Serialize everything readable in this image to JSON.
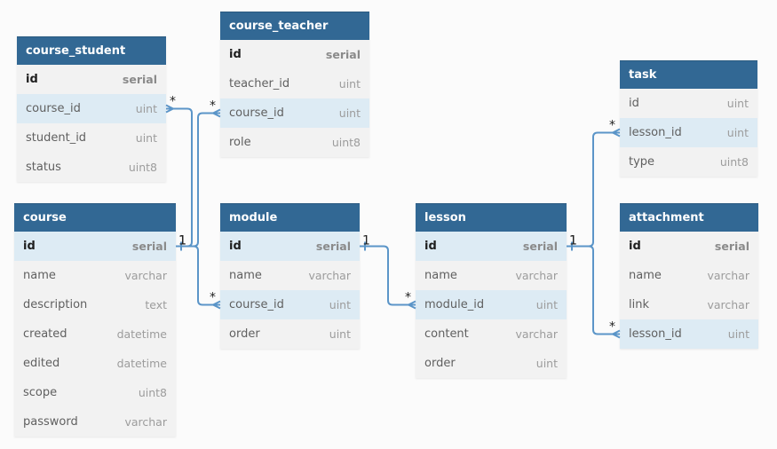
{
  "tables": [
    {
      "key": "course_student",
      "name": "course_student",
      "fields": [
        {
          "name": "id",
          "type": "serial",
          "pk": true
        },
        {
          "name": "course_id",
          "type": "uint",
          "hl": true
        },
        {
          "name": "student_id",
          "type": "uint"
        },
        {
          "name": "status",
          "type": "uint8"
        }
      ]
    },
    {
      "key": "course_teacher",
      "name": "course_teacher",
      "fields": [
        {
          "name": "id",
          "type": "serial",
          "pk": true
        },
        {
          "name": "teacher_id",
          "type": "uint"
        },
        {
          "name": "course_id",
          "type": "uint",
          "hl": true
        },
        {
          "name": "role",
          "type": "uint8"
        }
      ]
    },
    {
      "key": "course",
      "name": "course",
      "fields": [
        {
          "name": "id",
          "type": "serial",
          "pk": true,
          "hl": true
        },
        {
          "name": "name",
          "type": "varchar"
        },
        {
          "name": "description",
          "type": "text"
        },
        {
          "name": "created",
          "type": "datetime"
        },
        {
          "name": "edited",
          "type": "datetime"
        },
        {
          "name": "scope",
          "type": "uint8"
        },
        {
          "name": "password",
          "type": "varchar"
        }
      ]
    },
    {
      "key": "module",
      "name": "module",
      "fields": [
        {
          "name": "id",
          "type": "serial",
          "pk": true,
          "hl": true
        },
        {
          "name": "name",
          "type": "varchar"
        },
        {
          "name": "course_id",
          "type": "uint",
          "hl": true
        },
        {
          "name": "order",
          "type": "uint"
        }
      ]
    },
    {
      "key": "lesson",
      "name": "lesson",
      "fields": [
        {
          "name": "id",
          "type": "serial",
          "pk": true,
          "hl": true
        },
        {
          "name": "name",
          "type": "varchar"
        },
        {
          "name": "module_id",
          "type": "uint",
          "hl": true
        },
        {
          "name": "content",
          "type": "varchar"
        },
        {
          "name": "order",
          "type": "uint"
        }
      ]
    },
    {
      "key": "task",
      "name": "task",
      "fields": [
        {
          "name": "id",
          "type": "uint"
        },
        {
          "name": "lesson_id",
          "type": "uint",
          "hl": true
        },
        {
          "name": "type",
          "type": "uint8"
        }
      ]
    },
    {
      "key": "attachment",
      "name": "attachment",
      "fields": [
        {
          "name": "id",
          "type": "serial",
          "pk": true
        },
        {
          "name": "name",
          "type": "varchar"
        },
        {
          "name": "link",
          "type": "varchar"
        },
        {
          "name": "lesson_id",
          "type": "uint",
          "hl": true
        }
      ]
    }
  ],
  "relations": [
    {
      "from": "course.id",
      "to": "course_student.course_id",
      "from_card": "1",
      "to_card": "*"
    },
    {
      "from": "course.id",
      "to": "course_teacher.course_id",
      "from_card": "1",
      "to_card": "*"
    },
    {
      "from": "course.id",
      "to": "module.course_id",
      "from_card": "1",
      "to_card": "*"
    },
    {
      "from": "module.id",
      "to": "lesson.module_id",
      "from_card": "1",
      "to_card": "*"
    },
    {
      "from": "lesson.id",
      "to": "task.lesson_id",
      "from_card": "1",
      "to_card": "*"
    },
    {
      "from": "lesson.id",
      "to": "attachment.lesson_id",
      "from_card": "1",
      "to_card": "*"
    }
  ],
  "colors": {
    "header": "#326894",
    "highlight": "#ddebf4",
    "link": "#5b95c8"
  }
}
